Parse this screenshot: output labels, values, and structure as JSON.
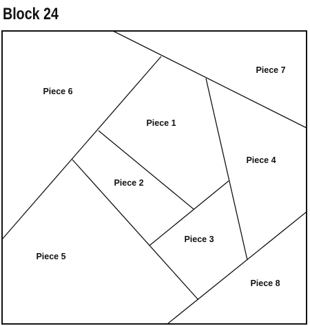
{
  "title": "Block 24",
  "pieces": [
    {
      "id": "piece-1",
      "label": "Piece 1"
    },
    {
      "id": "piece-2",
      "label": "Piece 2"
    },
    {
      "id": "piece-3",
      "label": "Piece 3"
    },
    {
      "id": "piece-4",
      "label": "Piece 4"
    },
    {
      "id": "piece-5",
      "label": "Piece 5"
    },
    {
      "id": "piece-6",
      "label": "Piece 6"
    },
    {
      "id": "piece-7",
      "label": "Piece 7"
    },
    {
      "id": "piece-8",
      "label": "Piece 8"
    }
  ]
}
